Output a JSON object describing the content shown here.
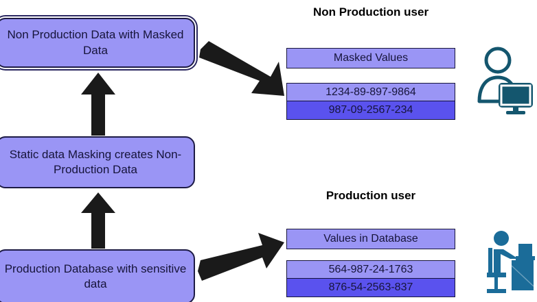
{
  "diagram": {
    "title": "Static Data Masking flow",
    "colors": {
      "box_fill": "#9a95f5",
      "box_border": "#16143a",
      "row_dark_fill": "#5a52ee",
      "arrow_fill": "#1a1a1a",
      "icon_teal": "#14566e",
      "icon_blue": "#1b6c99"
    }
  },
  "flow": {
    "boxes": [
      {
        "id": "non-production-data",
        "label": "Non Production Data with Masked Data",
        "selected": true
      },
      {
        "id": "static-data-masking",
        "label": "Static data Masking creates Non-Production Data",
        "selected": false
      },
      {
        "id": "production-database",
        "label": "Production Database with sensitive data",
        "selected": false
      }
    ],
    "arrows": [
      {
        "id": "arrow-up-1",
        "direction": "up"
      },
      {
        "id": "arrow-up-2",
        "direction": "up"
      },
      {
        "id": "arrow-diag-top",
        "direction": "down-right"
      },
      {
        "id": "arrow-diag-bottom",
        "direction": "up-right"
      }
    ]
  },
  "panels": {
    "non_production": {
      "title": "Non Production user",
      "header": "Masked  Values",
      "rows": [
        {
          "value": "1234-89-897-9864",
          "shade": "light"
        },
        {
          "value": "987-09-2567-234",
          "shade": "dark"
        }
      ],
      "icon": "user-with-monitor-icon"
    },
    "production": {
      "title": "Production user",
      "header": "Values in Database",
      "rows": [
        {
          "value": "564-987-24-1763",
          "shade": "light"
        },
        {
          "value": "876-54-2563-837",
          "shade": "dark"
        }
      ],
      "icon": "user-at-desk-icon"
    }
  }
}
